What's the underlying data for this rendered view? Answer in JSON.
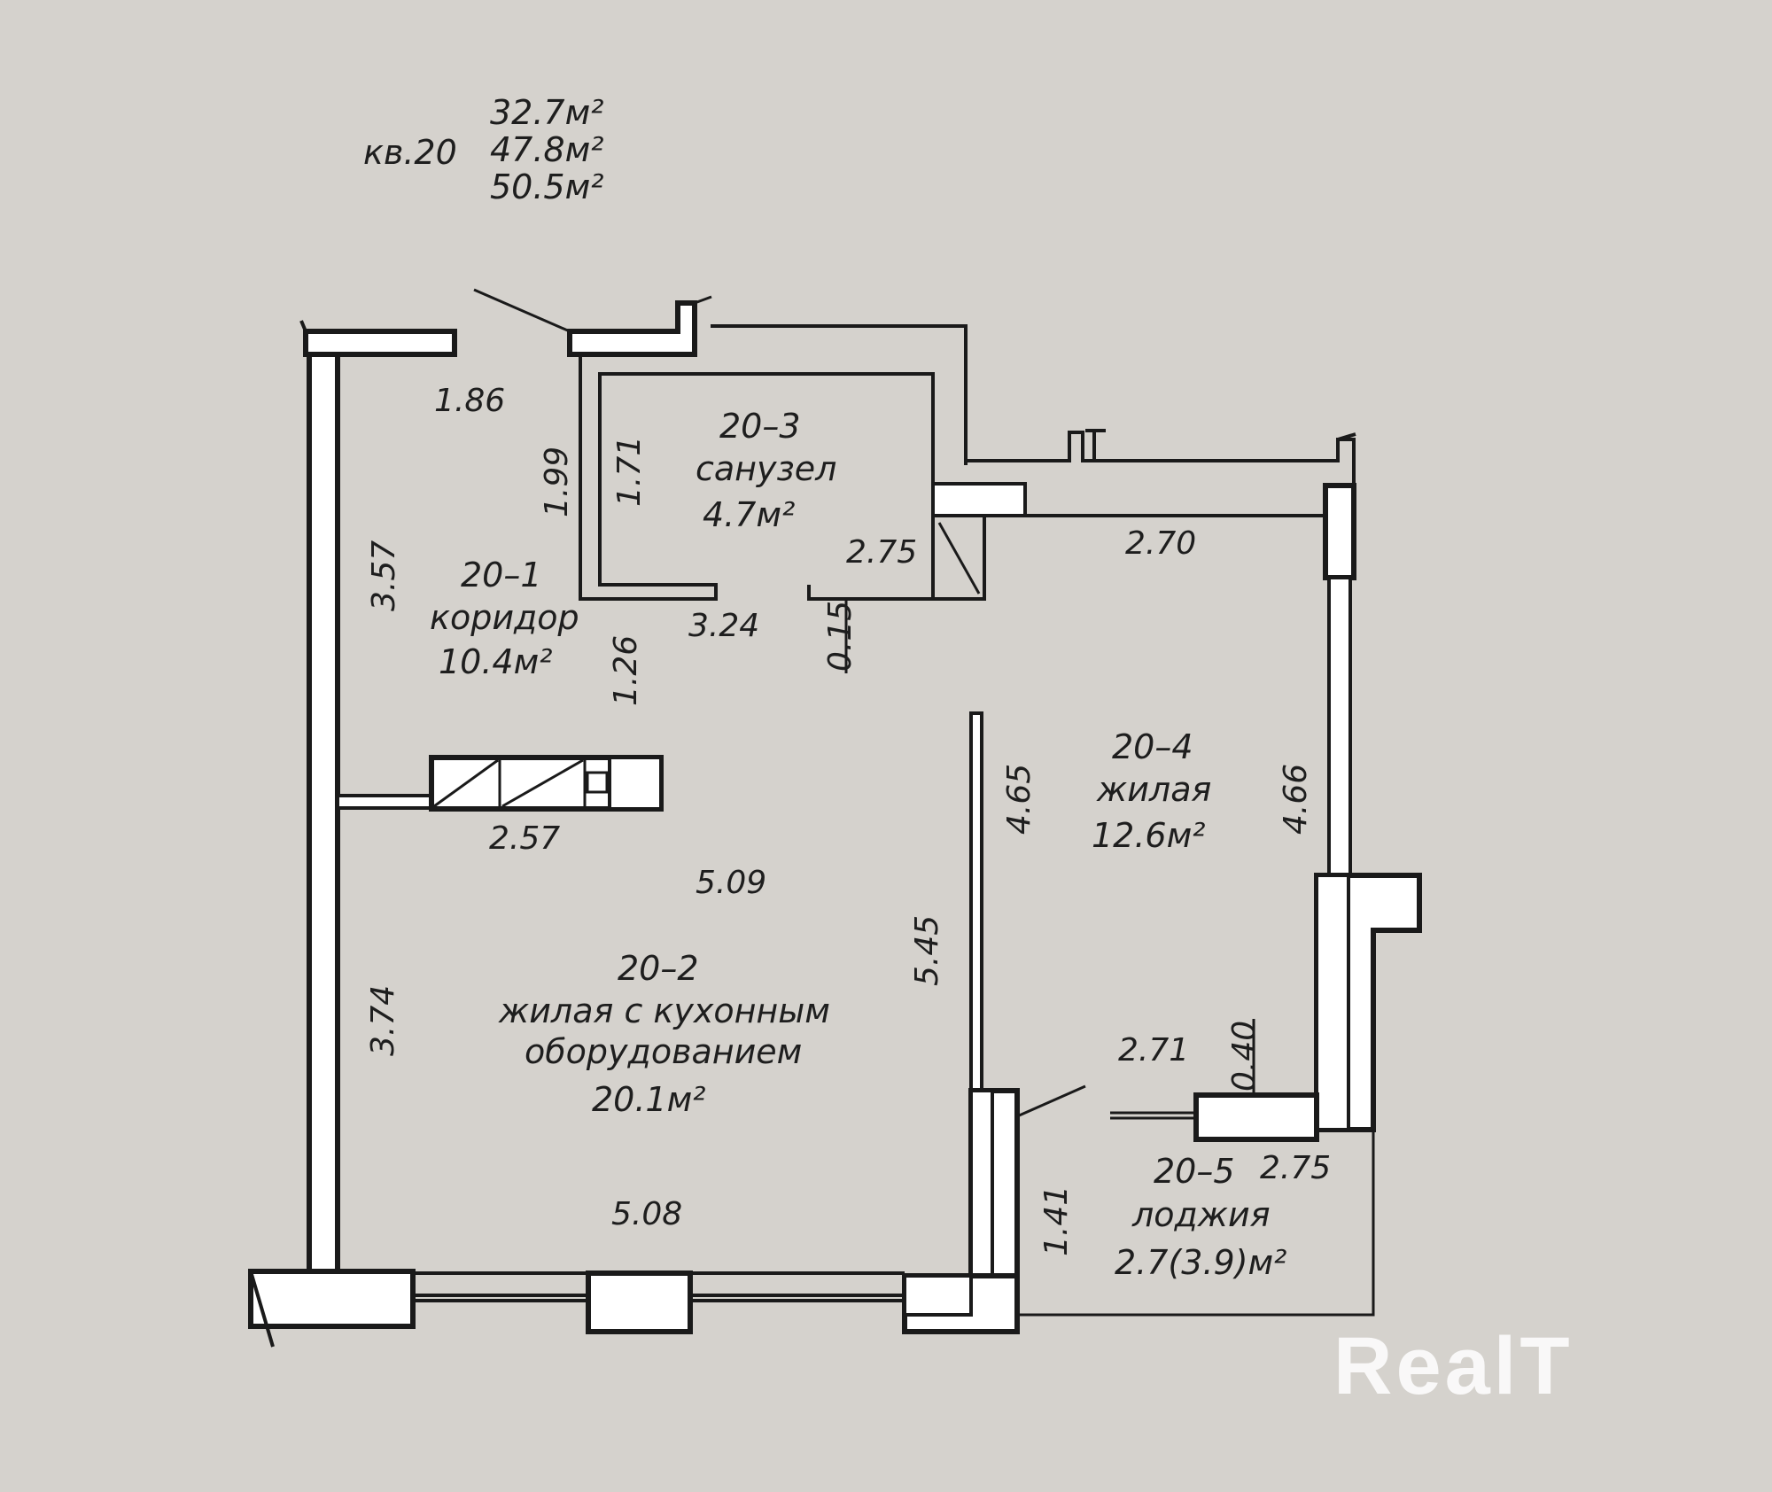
{
  "header": {
    "apartment": "кв.20",
    "area_living": "32.7м²",
    "area_total": "47.8м²",
    "area_with_loggia": "50.5м²"
  },
  "rooms": [
    {
      "id": "20–1",
      "name": "коридор",
      "area": "10.4м²"
    },
    {
      "id": "20–2",
      "name_line1": "жилая с кухонным",
      "name_line2": "оборудованием",
      "area": "20.1м²"
    },
    {
      "id": "20–3",
      "name": "санузел",
      "area": "4.7м²"
    },
    {
      "id": "20–4",
      "name": "жилая",
      "area": "12.6м²"
    },
    {
      "id": "20–5",
      "name": "лоджия",
      "area": "2.7(3.9)м²"
    }
  ],
  "dimensions": {
    "d186": "1.86",
    "d199": "1.99",
    "d171": "1.71",
    "d357": "3.57",
    "d275_bath": "2.75",
    "d270": "2.70",
    "d324": "3.24",
    "d015": "0.15",
    "d126": "1.26",
    "d257": "2.57",
    "d465": "4.65",
    "d466": "4.66",
    "d509": "5.09",
    "d545": "5.45",
    "d374": "3.74",
    "d271": "2.71",
    "d040": "0.40",
    "d275_loggia": "2.75",
    "d508": "5.08",
    "d141": "1.41"
  },
  "watermark": "RealT",
  "colors": {
    "paper": "#cfccc6",
    "ink": "#1a1a1a",
    "wall_fill": "#ffffff"
  }
}
